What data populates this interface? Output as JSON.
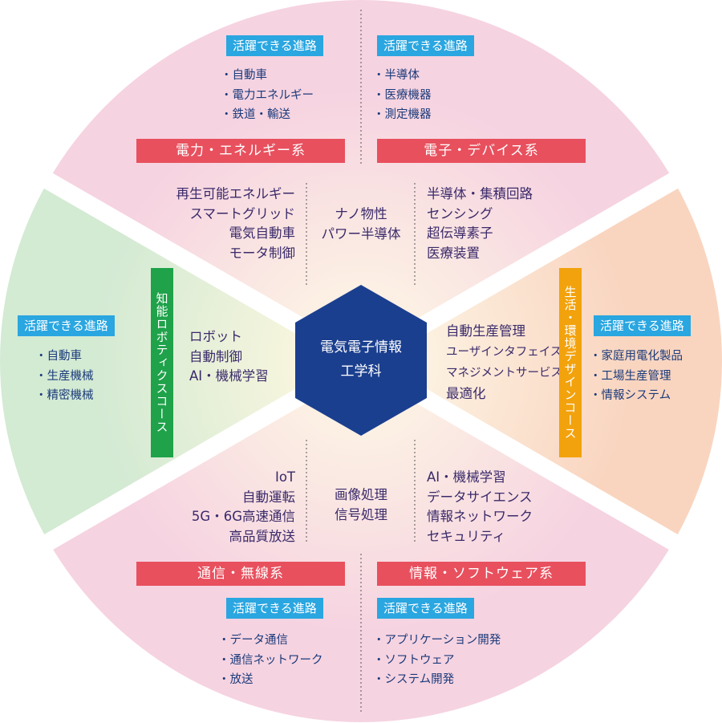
{
  "center": {
    "line1": "電気電子情報",
    "line2": "工学科"
  },
  "careers_badge": "活躍できる進路",
  "sectors": {
    "power": {
      "title": "電力・エネルギー系",
      "careers": [
        "自動車",
        "電力エネルギー",
        "鉄道・輸送"
      ],
      "keywords": [
        "再生可能エネルギー",
        "スマートグリッド",
        "電気自動車",
        "モータ制御"
      ]
    },
    "device": {
      "title": "電子・デバイス系",
      "careers": [
        "半導体",
        "医療機器",
        "測定機器"
      ],
      "keywords": [
        "半導体・集積回路",
        "センシング",
        "超伝導素子",
        "医療装置"
      ]
    },
    "power_device_shared": [
      "ナノ物性",
      "パワー半導体"
    ],
    "robotics": {
      "title": "知能ロボティクスコース",
      "careers": [
        "自動車",
        "生産機械",
        "精密機械"
      ],
      "keywords": [
        "ロボット",
        "自動制御",
        "AI・機械学習"
      ]
    },
    "life": {
      "title": "生活・環境デザインコース",
      "careers": [
        "家庭用電化製品",
        "工場生産管理",
        "情報システム"
      ],
      "keywords": [
        "自動生産管理",
        "ユーザインタフェイス",
        "マネジメントサービス",
        "最適化"
      ]
    },
    "comm": {
      "title": "通信・無線系",
      "careers": [
        "データ通信",
        "通信ネットワーク",
        "放送"
      ],
      "keywords": [
        "IoT",
        "自動運転",
        "5G・6G高速通信",
        "高品質放送"
      ]
    },
    "info": {
      "title": "情報・ソフトウェア系",
      "careers": [
        "アプリケーション開発",
        "ソフトウェア",
        "システム開発"
      ],
      "keywords": [
        "AI・機械学習",
        "データサイエンス",
        "情報ネットワーク",
        "セキュリティ"
      ]
    },
    "comm_info_shared": [
      "画像処理",
      "信号処理"
    ]
  },
  "colors": {
    "top_sector": "#f6d3e1",
    "left_sector": "#d3ead3",
    "right_sector": "#f9d5c0",
    "bottom_sector": "#f6d3e1",
    "hexagon": "#1b3f8f",
    "category_bar": "#e8505e",
    "careers_badge": "#2aa6e0",
    "robotics_bar": "#1fa24a",
    "life_bar": "#f2a20c"
  }
}
